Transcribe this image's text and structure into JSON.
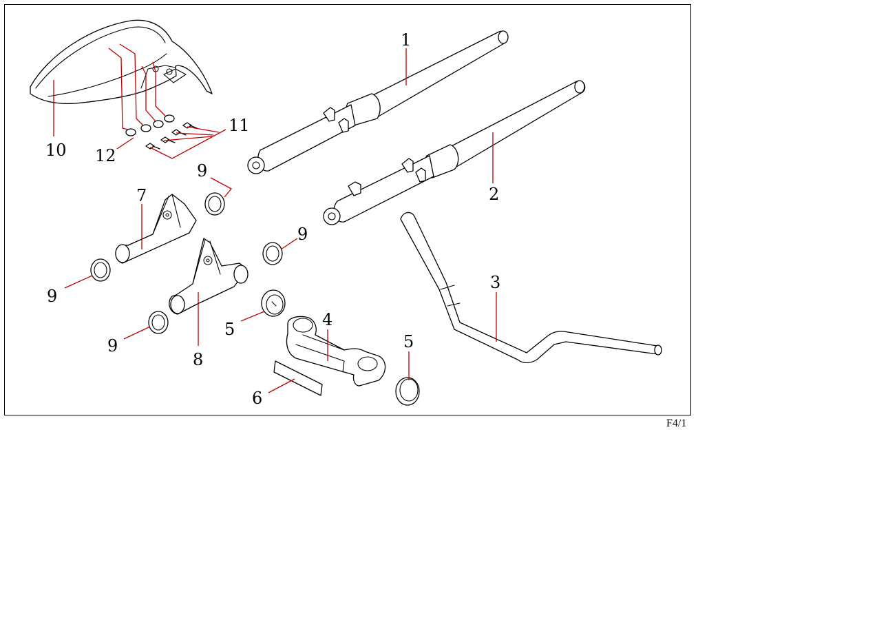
{
  "diagram": {
    "callouts": [
      {
        "id": "1",
        "label": "1"
      },
      {
        "id": "2",
        "label": "2"
      },
      {
        "id": "3",
        "label": "3"
      },
      {
        "id": "4",
        "label": "4"
      },
      {
        "id": "5a",
        "label": "5"
      },
      {
        "id": "5b",
        "label": "5"
      },
      {
        "id": "6",
        "label": "6"
      },
      {
        "id": "7",
        "label": "7"
      },
      {
        "id": "8",
        "label": "8"
      },
      {
        "id": "9a",
        "label": "9"
      },
      {
        "id": "9b",
        "label": "9"
      },
      {
        "id": "9c",
        "label": "9"
      },
      {
        "id": "9d",
        "label": "9"
      },
      {
        "id": "10",
        "label": "10"
      },
      {
        "id": "11",
        "label": "11"
      },
      {
        "id": "12",
        "label": "12"
      }
    ],
    "page_ref": "F4/1",
    "leader_color": "#c00000"
  }
}
